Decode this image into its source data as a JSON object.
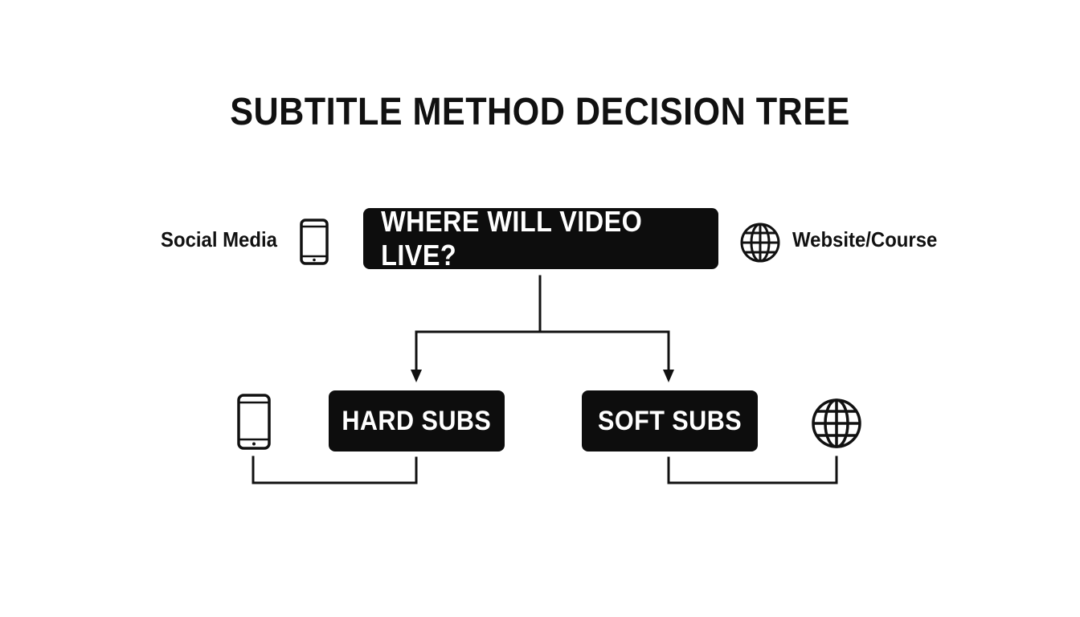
{
  "title": "SUBTITLE METHOD DECISION TREE",
  "root_node": {
    "label": "WHERE WILL VIDEO LIVE?"
  },
  "side_labels": {
    "left": "Social Media",
    "right": "Website/Course"
  },
  "branches": [
    {
      "label": "HARD SUBS",
      "icon": "smartphone-icon"
    },
    {
      "label": "SOFT SUBS",
      "icon": "globe-icon"
    }
  ],
  "colors": {
    "node_fill": "#0d0d0d",
    "node_text": "#ffffff",
    "line": "#111111",
    "background": "#ffffff"
  }
}
